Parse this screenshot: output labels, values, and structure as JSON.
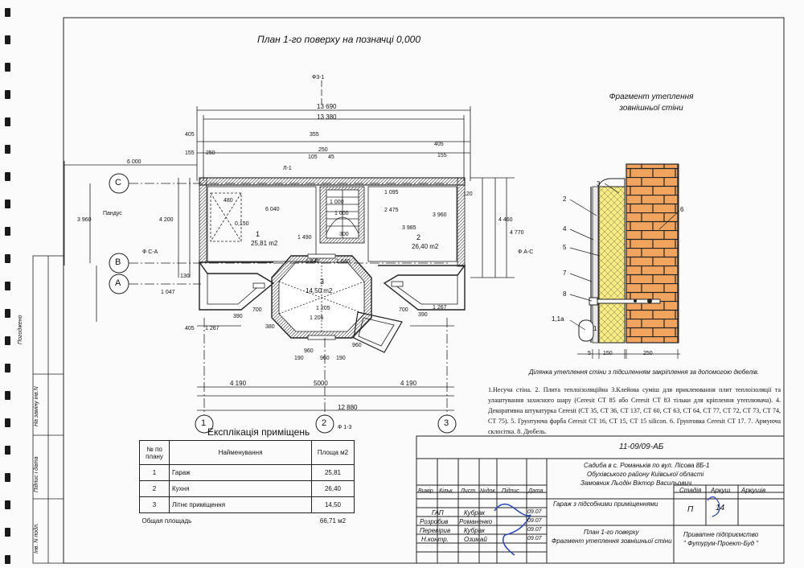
{
  "plan_title": "План 1-го поверху на позначці 0,000",
  "section_title": "Фрагмент утеплення зовнішньої стіни",
  "section_caption": "Ділянка утеплення стіни з підсиленням закріплення за допомогою дюбелів.",
  "notes": "1.Несуча стіна. 2. Плита теплоізоляційна 3.Клейова суміш для приклеювання плит теплоізоляції та улаштування захисного шару (Ceresit CT 85 або Ceresit CT 83 тільки для кріплення утеплювача). 4. Декоративна штукатурка Ceresit (CT 35, CT 36, CT 137, CT 60, CT 63, CT 64, CT 77, CT 72, CT 73, CT 74, CT 75). 5. Грунтуюча фарба Ceresit CT 16, CT 15, CT 15 silicon. 6. Грунтовка Ceresit CT 17. 7. Армуюча склосітка. 8. Дюбель.",
  "explication": {
    "title": "Експлікація приміщень",
    "headers": [
      "№ по плану",
      "Найменування",
      "Площа м2"
    ],
    "rows": [
      {
        "no": "1",
        "name": "Гараж",
        "area": "25,81"
      },
      {
        "no": "2",
        "name": "Кухня",
        "area": "26,40"
      },
      {
        "no": "3",
        "name": "Літнє приміщення",
        "area": "14,50"
      }
    ],
    "total_label": "Общая площадь",
    "total_value": "66,71 м2"
  },
  "rooms": [
    {
      "no": "1",
      "area": "25,81 m2"
    },
    {
      "no": "2",
      "area": "26,40 m2"
    },
    {
      "no": "3",
      "area": "14,50 m2"
    }
  ],
  "axes": {
    "a": "A",
    "b": "B",
    "c": "C",
    "n1": "1",
    "n2": "2",
    "n3": "3"
  },
  "dims": {
    "top1": "13 690",
    "top2": "13 380",
    "d6000": "6 000",
    "d6040": "6 040",
    "d405": "405",
    "d155": "155",
    "d250": "250",
    "d355": "355",
    "d105": "105",
    "d45": "45",
    "d1000": "1 000",
    "d1095": "1 095",
    "d2475": "2 475",
    "d3985": "3 985",
    "d3960": "3 960",
    "d4200": "4 200",
    "d4460": "4 460",
    "d4770": "4 770",
    "d1490": "1 490",
    "d1640": "1 640",
    "d1205": "1 205",
    "d1267": "1 267",
    "d1047": "1 047",
    "d390": "390",
    "d700": "700",
    "d960": "960",
    "d190": "190",
    "d4190": "4 190",
    "d5000": "5000",
    "d12880": "12 880",
    "d120": "120",
    "d130": "130",
    "d380": "380",
    "d300": "300",
    "d480": "480",
    "d150": "150",
    "d5": "5",
    "d0150": "0,150"
  },
  "marks": {
    "l1": "Л-1",
    "f3": "Ф3-1",
    "f13": "Ф 1-3",
    "aca": "Ф А-С",
    "ca": "Ф С-А",
    "pandus": "Пандус"
  },
  "section_items": {
    "i1": "1",
    "i1a": "1,1а",
    "i2": "2",
    "i3": "3",
    "i4": "4",
    "i5": "5",
    "i6": "6",
    "i7": "7",
    "i8": "8"
  },
  "section_dims": {
    "s5": "5",
    "s150": "150",
    "s250": "250"
  },
  "titleblock": {
    "code": "11-09/09-АБ",
    "object": "Садиба в с. Романьків по вул. Лісова 8Б-1",
    "district": "Обухівського району Київської області",
    "customer": "Замовник Льодін Віктор Васильович",
    "headers": [
      "Вимір",
      "Кільк.",
      "Лист",
      "№док.",
      "Підпис",
      "Дата"
    ],
    "building": "Гараж з підсобними приміщеннями",
    "stage_h": "Стадія",
    "sheet_h": "Аркуш",
    "sheets_h": "Аркушів",
    "stage": "П",
    "sheet": "14",
    "roles": [
      {
        "role": "ГАП",
        "name": "Кубрак",
        "date": "09.07"
      },
      {
        "role": "Розробив",
        "name": "Романенко",
        "date": "09.07"
      },
      {
        "role": "Перевірив",
        "name": "Кубрак",
        "date": "09.07"
      },
      {
        "role": "Н.контр.",
        "name": "Озимай",
        "date": "09.07"
      }
    ],
    "drawing1": "План 1-го поверху",
    "drawing2": "Фрагмент утеплення зовнішньої стіни",
    "company1": "Приватне підприємство",
    "company2": "\" Футурум-Проект-Буд \""
  },
  "margin": {
    "pogodzheno": "Погоджено",
    "zamin": "На заміну інв.N",
    "pidpys": "Підпис і дата",
    "inv": "Інв. N подл."
  }
}
